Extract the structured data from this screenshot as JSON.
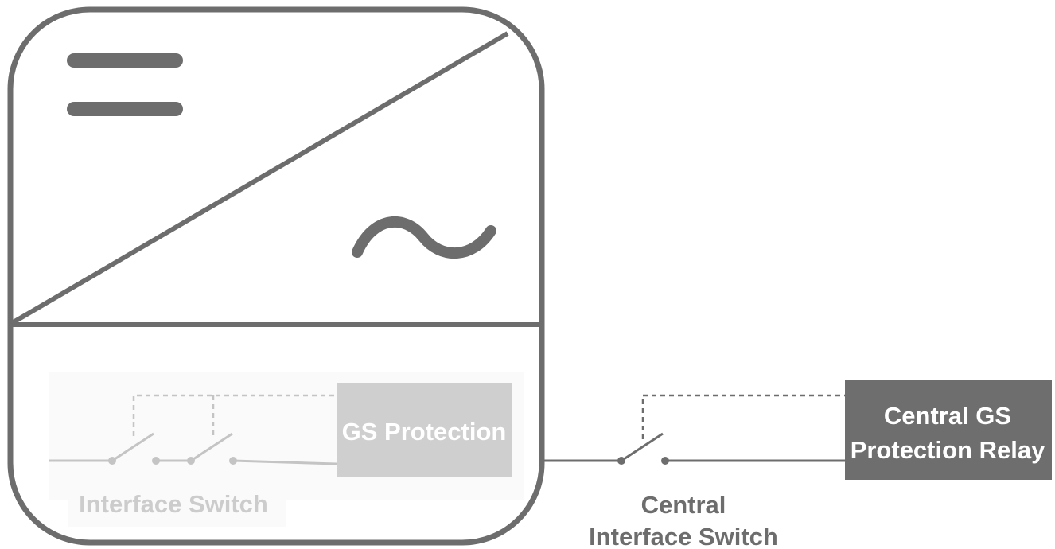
{
  "inverter": {
    "gs_protection_label": "GS Protection",
    "interface_switch_label": "Interface Switch"
  },
  "central": {
    "relay_label_line1": "Central GS",
    "relay_label_line2": "Protection Relay",
    "switch_label_line1": "Central",
    "switch_label_line2": "Interface Switch"
  },
  "colors": {
    "outline": "#6d6d6d",
    "faded_box": "#cfcfcf",
    "faded_line": "#c4c4c4",
    "faded_text": "#cccccc",
    "relay_box": "#6e6e6e",
    "relay_text": "#ffffff",
    "label_text": "#6d6d6d"
  }
}
